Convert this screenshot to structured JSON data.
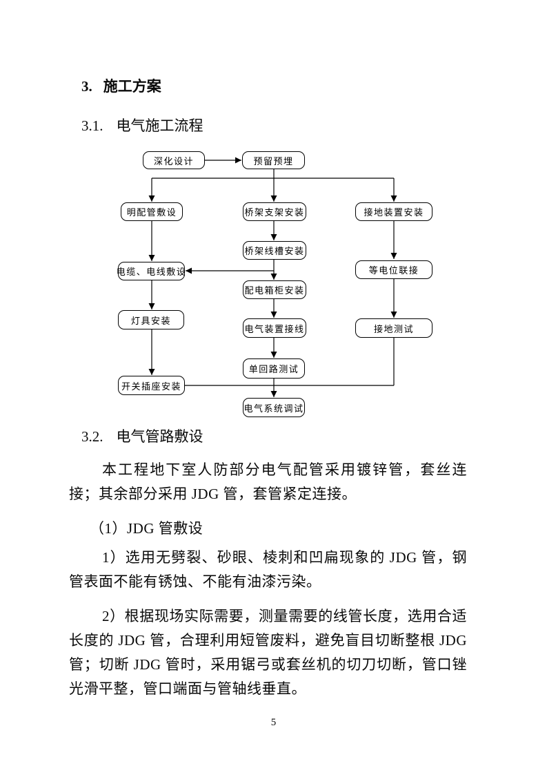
{
  "page": {
    "number": "5"
  },
  "headings": {
    "h1_num": "3.",
    "h1_text": "施工方案",
    "h2_num": "3.1.",
    "h2_text": "电气施工流程",
    "h3_num": "3.2.",
    "h3_text": "电气管路敷设"
  },
  "paragraphs": {
    "p1": "本工程地下室人防部分电气配管采用镀锌管，套丝连接；其余部分采用 JDG 管，套管紧定连接。",
    "p2": "（1）JDG 管敷设",
    "p3": "1）选用无劈裂、砂眼、棱刺和凹扁现象的 JDG 管，钢管表面不能有锈蚀、不能有油漆污染。",
    "p4": "2）根据现场实际需要，测量需要的线管长度，选用合适长度的 JDG 管，合理利用短管废料，避免盲目切断整根 JDG 管；切断 JDG 管时，采用锯弓或套丝机的切刀切断，管口锉光滑平整，管口端面与管轴线垂直。"
  },
  "flowchart": {
    "nodes": [
      {
        "label": "深化设计"
      },
      {
        "label": "预留预埋"
      },
      {
        "label": "明配管敷设"
      },
      {
        "label": "桥架支架安装"
      },
      {
        "label": "接地装置安装"
      },
      {
        "label": "桥架线槽安装"
      },
      {
        "label": "电缆、电线敷设"
      },
      {
        "label": "等电位联接"
      },
      {
        "label": "配电箱柜安装"
      },
      {
        "label": "灯具安装"
      },
      {
        "label": "电气装置接线"
      },
      {
        "label": "接地测试"
      },
      {
        "label": "单回路测试"
      },
      {
        "label": "开关插座安装"
      },
      {
        "label": "电气系统调试"
      }
    ]
  }
}
